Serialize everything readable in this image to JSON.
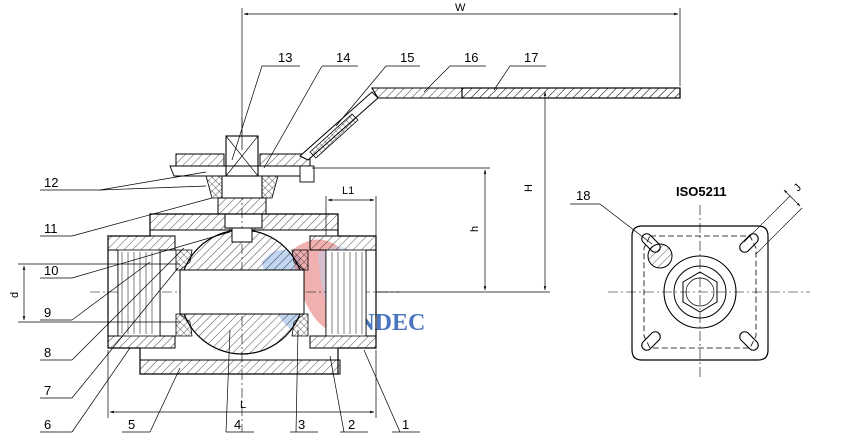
{
  "dimensions": {
    "width": "W",
    "height_total": "H",
    "height_center": "h",
    "length": "L",
    "thread_length": "L1",
    "bore": "d",
    "stem_square": "J"
  },
  "standard": "ISO5211",
  "watermark": "INDEC",
  "part_labels": [
    "1",
    "2",
    "3",
    "4",
    "5",
    "6",
    "7",
    "8",
    "9",
    "10",
    "11",
    "12",
    "13",
    "14",
    "15",
    "16",
    "17",
    "18"
  ]
}
